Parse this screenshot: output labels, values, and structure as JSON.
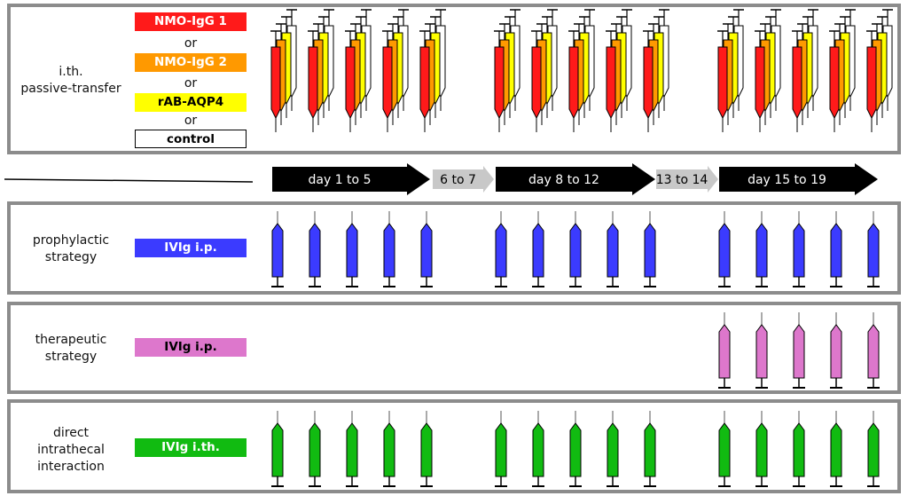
{
  "passive_transfer": {
    "row_label": "i.th.\npassive-transfer",
    "agents": [
      {
        "label": "NMO-IgG 1",
        "fill": "#ff1a1a",
        "text_color": "#ffffff"
      },
      {
        "label": "NMO-IgG 2",
        "fill": "#ff9900",
        "text_color": "#ffffff"
      },
      {
        "label": "rAB-AQP4",
        "fill": "#ffff00",
        "text_color": "#000000"
      },
      {
        "label": "control",
        "fill": "#ffffff",
        "text_color": "#000000"
      }
    ],
    "or_label": "or",
    "syringe_colors": [
      "#ff1a1a",
      "#ff9900",
      "#ffff00",
      "#ffffff"
    ]
  },
  "timeline": {
    "segments": [
      {
        "label": "day 1 to 5",
        "kind": "treatment",
        "color": "#000000",
        "text_color": "#ffffff"
      },
      {
        "label": "6 to 7",
        "kind": "break",
        "color": "#c8c8c8",
        "text_color": "#000000"
      },
      {
        "label": "day 8 to 12",
        "kind": "treatment",
        "color": "#000000",
        "text_color": "#ffffff"
      },
      {
        "label": "13 to 14",
        "kind": "break",
        "color": "#c8c8c8",
        "text_color": "#000000"
      },
      {
        "label": "day 15 to 19",
        "kind": "treatment",
        "color": "#000000",
        "text_color": "#ffffff"
      }
    ]
  },
  "strategies": [
    {
      "id": "prophylactic",
      "row_label": "prophylactic\nstrategy",
      "treatment": "IVIg i.p.",
      "fill": "#3b3bff",
      "text_color": "#ffffff",
      "active_blocks": [
        1,
        2,
        3
      ]
    },
    {
      "id": "therapeutic",
      "row_label": "therapeutic\nstrategy",
      "treatment": "IVIg i.p.",
      "fill": "#dd77cc",
      "text_color": "#000000",
      "active_blocks": [
        3
      ]
    },
    {
      "id": "intrathecal",
      "row_label": "direct\nintrathecal\ninteraction",
      "treatment": "IVIg i.th.",
      "fill": "#11bb11",
      "text_color": "#ffffff",
      "active_blocks": [
        1,
        2,
        3
      ]
    }
  ]
}
